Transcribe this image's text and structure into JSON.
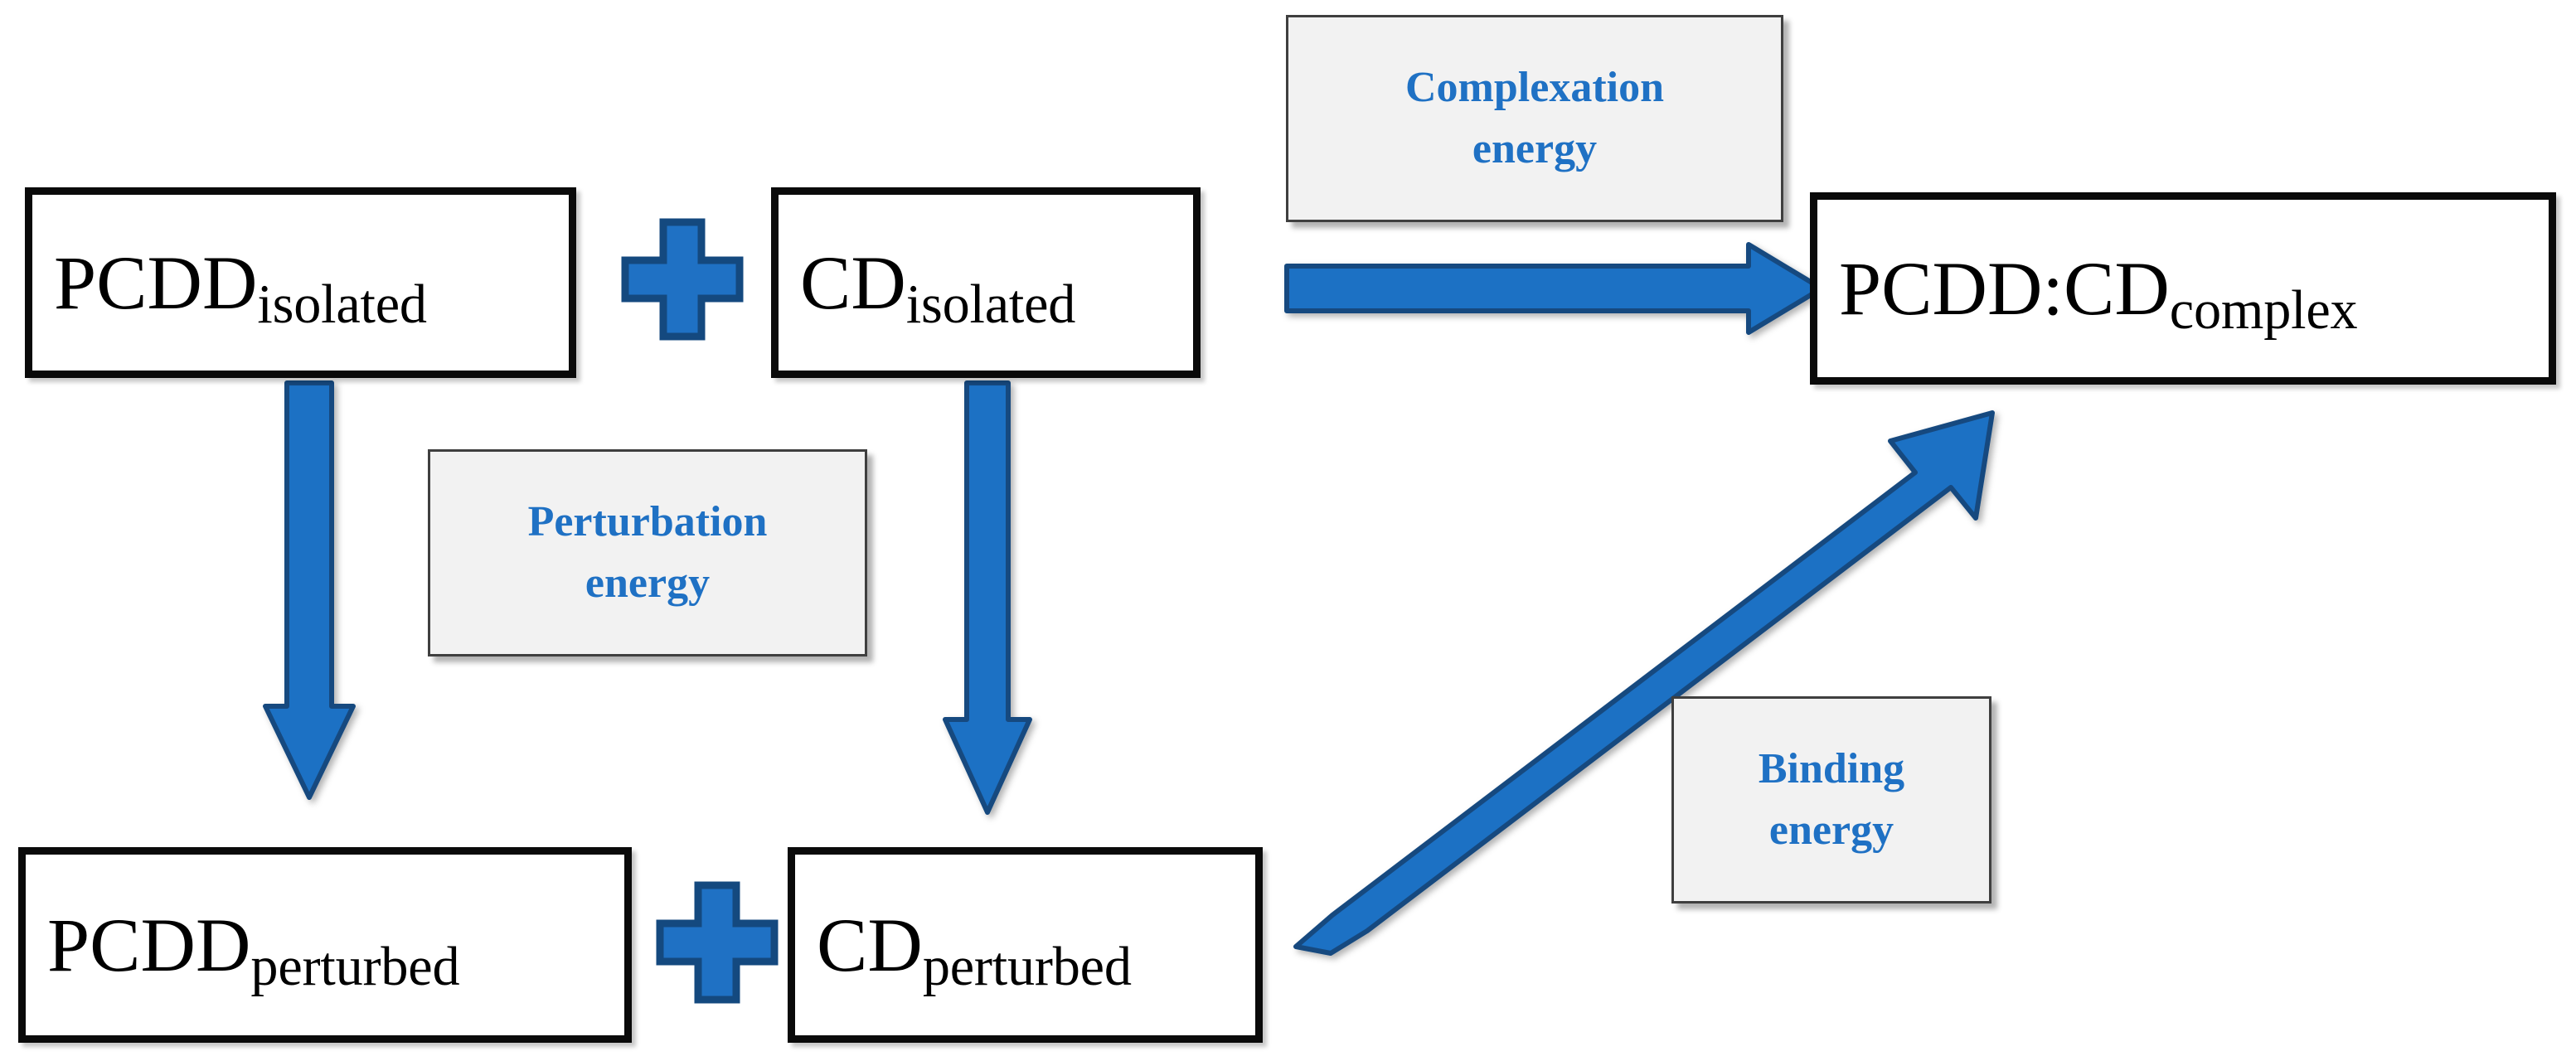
{
  "diagram": {
    "title": "PCDD:CD complexation thermodynamic cycle",
    "colors": {
      "arrow_fill": "#1f71c4",
      "arrow_stroke": "#14497f",
      "plus_fill": "#1f71c4",
      "plus_stroke": "#14497f",
      "label_text": "#1f71c4",
      "label_box_bg": "#f2f2f2",
      "label_box_border": "#3f3f3f",
      "state_box_bg": "#ffffff",
      "state_box_border": "#0a0a0a",
      "state_text": "#000000",
      "background": "#ffffff"
    },
    "states": [
      {
        "id": "pcdd-isolated",
        "base": "PCDD",
        "subscript": "isolated",
        "position": "top-left"
      },
      {
        "id": "cd-isolated",
        "base": "CD",
        "subscript": "isolated",
        "position": "top-middle"
      },
      {
        "id": "pcdd-cd-complex",
        "base": "PCDD:CD",
        "subscript": "complex",
        "position": "top-right"
      },
      {
        "id": "pcdd-perturbed",
        "base": "PCDD",
        "subscript": "perturbed",
        "position": "bottom-left"
      },
      {
        "id": "cd-perturbed",
        "base": "CD",
        "subscript": "perturbed",
        "position": "bottom-middle"
      }
    ],
    "operators": [
      {
        "id": "plus-top",
        "symbol": "+",
        "between": [
          "pcdd-isolated",
          "cd-isolated"
        ]
      },
      {
        "id": "plus-bottom",
        "symbol": "+",
        "between": [
          "pcdd-perturbed",
          "cd-perturbed"
        ]
      }
    ],
    "energy_labels": [
      {
        "id": "complexation-energy",
        "line1": "Complexation",
        "line2": "energy",
        "describes": "horizontal-arrow"
      },
      {
        "id": "perturbation-energy",
        "line1": "Perturbation",
        "line2": "energy",
        "describes": "vertical-arrows"
      },
      {
        "id": "binding-energy",
        "line1": "Binding",
        "line2": "energy",
        "describes": "diagonal-arrow"
      }
    ],
    "arrows": [
      {
        "id": "horizontal-arrow",
        "direction": "right",
        "from": "cd-isolated",
        "to": "pcdd-cd-complex",
        "label": "complexation-energy"
      },
      {
        "id": "vertical-arrow-left",
        "direction": "down",
        "from": "pcdd-isolated",
        "to": "pcdd-perturbed",
        "label": "perturbation-energy"
      },
      {
        "id": "vertical-arrow-middle",
        "direction": "down",
        "from": "cd-isolated",
        "to": "cd-perturbed",
        "label": "perturbation-energy"
      },
      {
        "id": "diagonal-arrow",
        "direction": "up-right",
        "from": "cd-perturbed",
        "to": "pcdd-cd-complex",
        "label": "binding-energy"
      }
    ]
  }
}
